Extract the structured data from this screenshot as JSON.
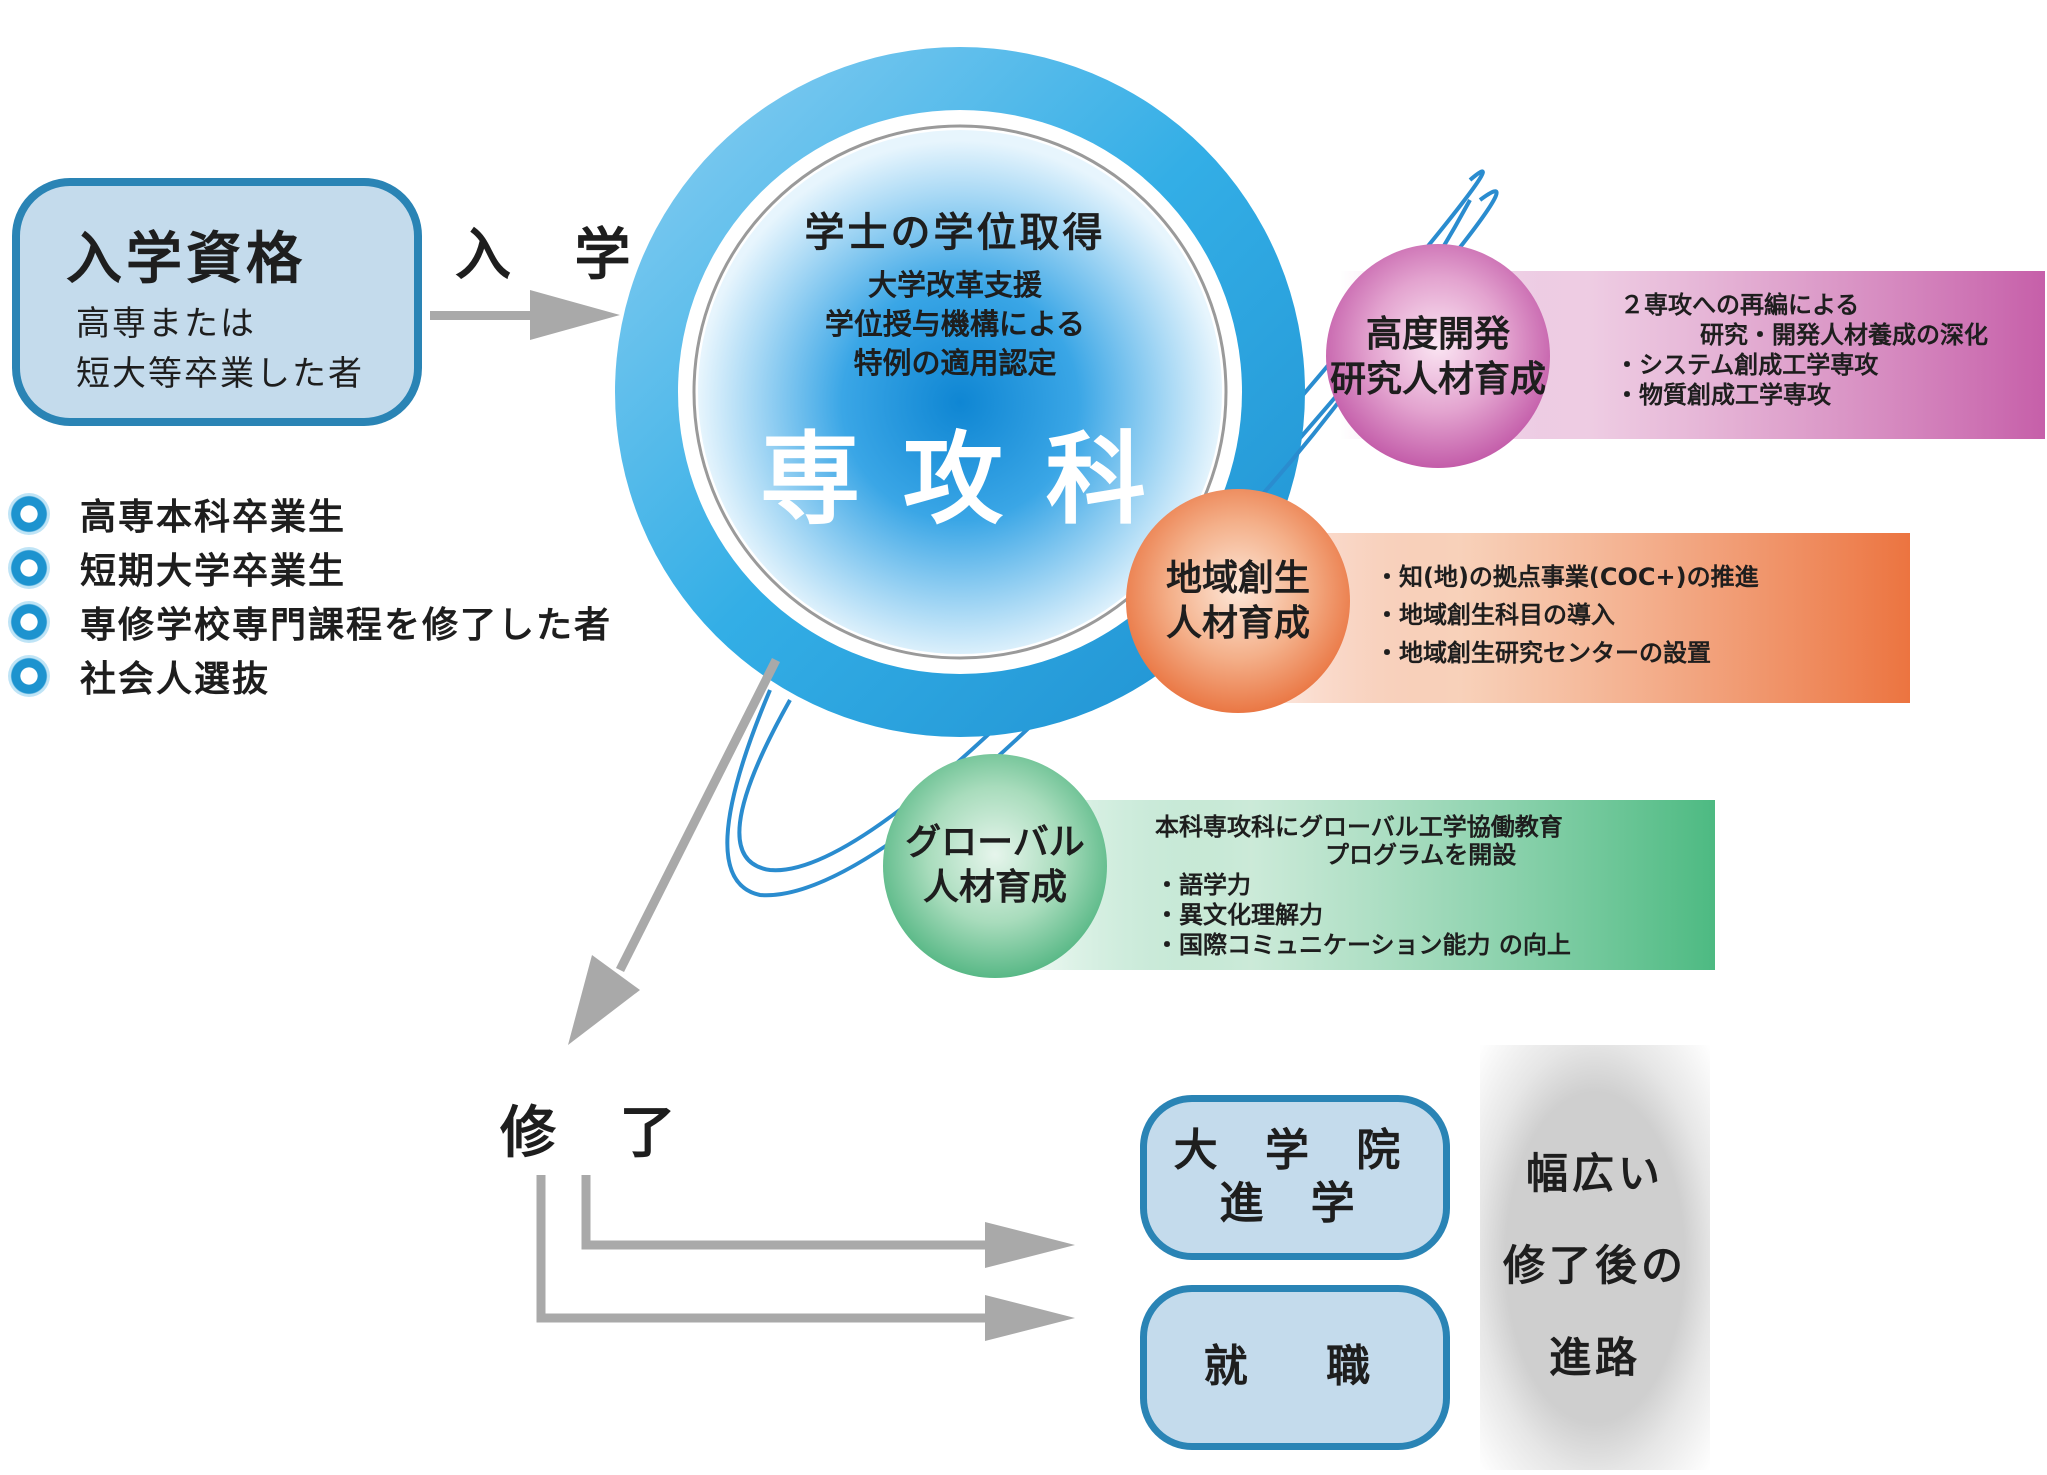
{
  "entry": {
    "title": "入学資格",
    "line1": "高専または",
    "line2": "短大等卒業した者"
  },
  "admit_label": "入 学",
  "qualifications": [
    "高専本科卒業生",
    "短期大学卒業生",
    "専修学校専門課程を修了した者",
    "社会人選抜"
  ],
  "center": {
    "degree": "学士の学位取得",
    "sub1": "大学改革支援",
    "sub2": "学位授与機構による",
    "sub3": "特例の適用認定",
    "title": "専 攻 科"
  },
  "programs": [
    {
      "name1": "高度開発",
      "name2": "研究人材育成",
      "lines": [
        "２専攻への再編による",
        "研究・開発人材養成の深化",
        "・システム創成工学専攻",
        "・物質創成工学専攻"
      ],
      "color": "#c15ca8"
    },
    {
      "name1": "地域創生",
      "name2": "人材育成",
      "lines": [
        "・知(地)の拠点事業(COC+)の推進",
        "・地域創生科目の導入",
        "・地域創生研究センターの設置"
      ],
      "color": "#ec7440"
    },
    {
      "name1": "グローバル",
      "name2": "人材育成",
      "lines": [
        "本科専攻科にグローバル工学協働教育",
        "プログラムを開設",
        "・語学力",
        "・異文化理解力",
        "・国際コミュニケーション能力 の向上"
      ],
      "color": "#4dba82"
    }
  ],
  "complete_label": "修 了",
  "destinations": {
    "grad_line1": "大 学 院",
    "grad_line2": "進 学",
    "job": "就  職"
  },
  "paths": {
    "line1": "幅広い",
    "line2": "修了後の",
    "line3": "進路"
  }
}
